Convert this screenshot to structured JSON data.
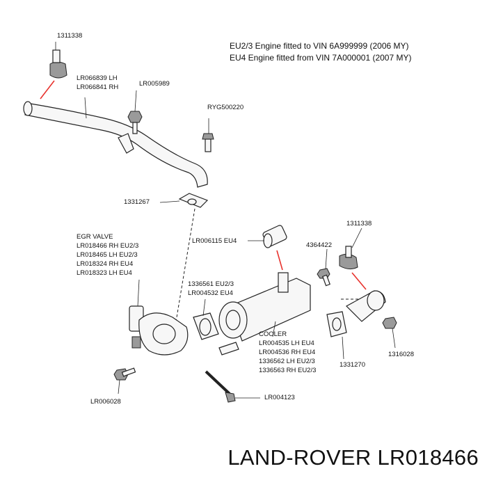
{
  "notes": {
    "line1": "EU2/3 Engine fitted to VIN 6A999999 (2006 MY)",
    "line2": "EU4 Engine fitted from VIN 7A000001 (2007 MY)"
  },
  "labels": {
    "clamp_top": "1311338",
    "pipe_lh": "LR066839 LH",
    "pipe_rh": "LR066841 RH",
    "bolt_top": "LR005989",
    "stud_top": "RYG500220",
    "gasket_pipe": "1331267",
    "egr_title": "EGR VALVE",
    "egr_1": "LR018466 RH EU2/3",
    "egr_2": "LR018465 LH EU2/3",
    "egr_3": "LR018324 RH EU4",
    "egr_4": "LR018323 LH EU4",
    "hose": "LR006115 EU4",
    "clamp_right": "1311338",
    "bolt_right": "4364422",
    "gasket_egr_1": "1336561 EU2/3",
    "gasket_egr_2": "LR004532 EU4",
    "cooler_title": "COOLER",
    "cooler_1": "LR004535 LH EU4",
    "cooler_2": "LR004536 RH EU4",
    "cooler_3": "1336562 LH EU2/3",
    "cooler_4": "1336563 RH EU2/3",
    "gasket_right": "1331270",
    "bolt_right_bottom": "1316028",
    "bolt_left": "LR006028",
    "bolt_long": "LR004123"
  },
  "brand": "LAND-ROVER LR018466",
  "colors": {
    "arrow": "#e8322d",
    "line": "#222222",
    "part_fill": "#f7f7f7"
  }
}
